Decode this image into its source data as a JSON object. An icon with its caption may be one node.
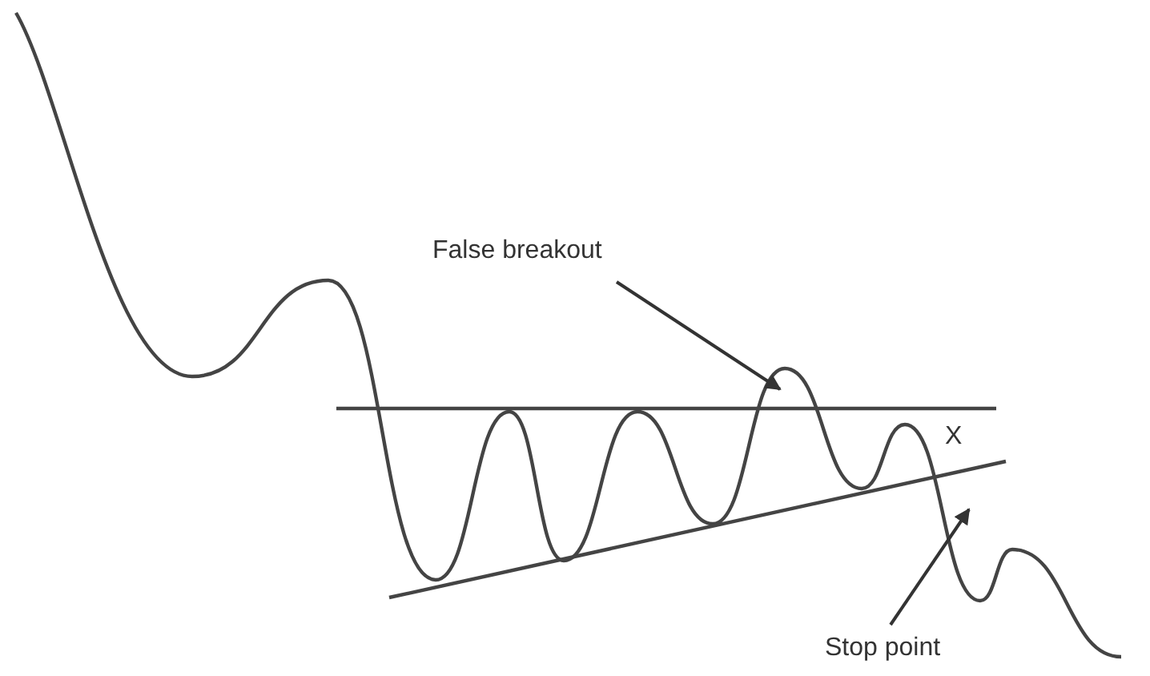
{
  "diagram": {
    "nodes": [
      {
        "text": [
          "False breakout"
        ]
      },
      {
        "text": [
          "Stop point"
        ]
      }
    ],
    "edges": [
      {
        "from": 0,
        "to": null,
        "arrow": "to"
      },
      {
        "from": 1,
        "to": null,
        "arrow": "to"
      }
    ],
    "labels": [
      "X"
    ]
  }
}
